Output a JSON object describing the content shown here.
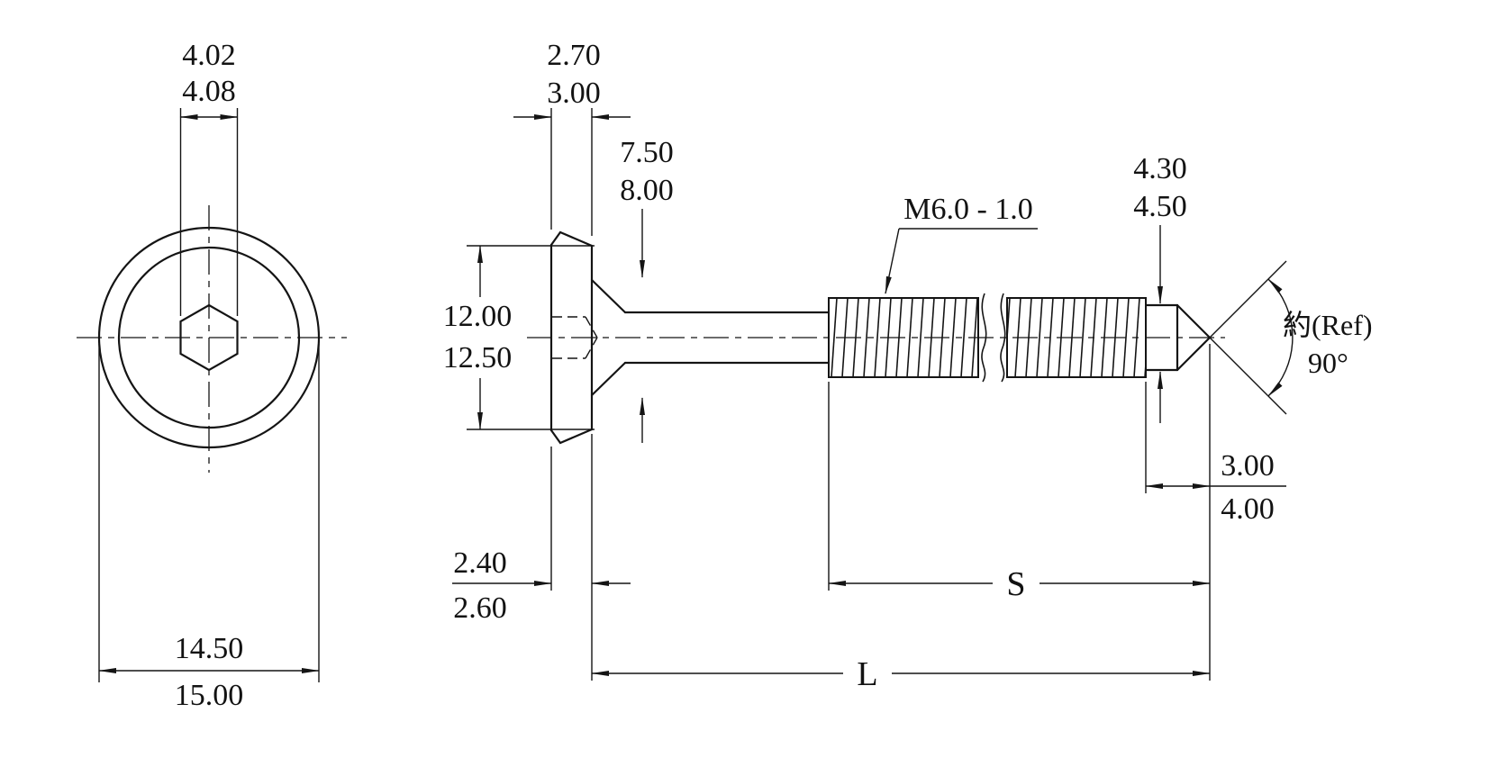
{
  "drawing": {
    "front_view": {
      "socket_width_upper": "4.02",
      "socket_width_lower": "4.08",
      "head_diameter_upper": "14.50",
      "head_diameter_lower": "15.00"
    },
    "side_view": {
      "flange_thickness_upper": "2.70",
      "flange_thickness_lower": "3.00",
      "boss_diameter_upper": "7.50",
      "boss_diameter_lower": "8.00",
      "head_face_diameter_upper": "12.00",
      "head_face_diameter_lower": "12.50",
      "head_edge_thickness_upper": "2.40",
      "head_edge_thickness_lower": "2.60",
      "thread_spec": "M6.0 - 1.0",
      "tip_diameter_upper": "4.30",
      "tip_diameter_lower": "4.50",
      "point_angle_ref": "約(Ref)",
      "point_angle": "90°",
      "tip_length_upper": "3.00",
      "tip_length_lower": "4.00",
      "thread_length_label": "S",
      "overall_length_label": "L"
    }
  }
}
